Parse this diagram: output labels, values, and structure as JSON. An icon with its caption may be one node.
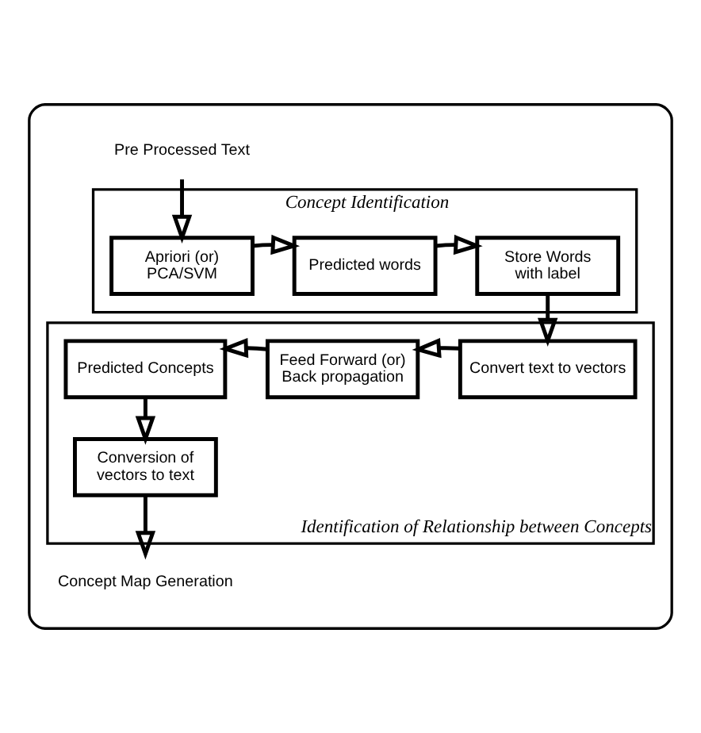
{
  "diagram": {
    "nodes": [
      {
        "text": [],
        "shape": "box"
      },
      {
        "text": [
          "Pre Processed Text"
        ],
        "in": 0
      },
      {
        "text": [
          "Concept Identification"
        ],
        "in": 0
      },
      {
        "text": [
          "Apriori (or) PCA/SVM"
        ],
        "in": 2
      },
      {
        "text": [
          "Predicted words"
        ],
        "in": 2
      },
      {
        "text": [
          "Store Words with label"
        ],
        "in": 2
      },
      {
        "text": [
          "Identification of Relationship between Concepts"
        ],
        "in": 0
      },
      {
        "text": [
          "Convert text to vectors"
        ],
        "in": 6
      },
      {
        "text": [
          "Feed Forward (or) Back propagation"
        ],
        "in": 6
      },
      {
        "text": [
          "Predicted Concepts"
        ],
        "in": 6
      },
      {
        "text": [
          "Conversion of vectors to text"
        ],
        "in": 6
      },
      {
        "text": [
          "Concept Map Generation"
        ],
        "in": 0
      }
    ],
    "edges": [
      {
        "from": 1,
        "to": 3,
        "arrow": "to"
      },
      {
        "from": 3,
        "to": 4,
        "arrow": "to"
      },
      {
        "from": 4,
        "to": 5,
        "arrow": "to"
      },
      {
        "from": 5,
        "to": 7,
        "arrow": "to"
      },
      {
        "from": 7,
        "to": 8,
        "arrow": "to"
      },
      {
        "from": 8,
        "to": 9,
        "arrow": "to"
      },
      {
        "from": 9,
        "to": 10,
        "arrow": "to"
      },
      {
        "from": 10,
        "to": 11,
        "arrow": "to"
      }
    ]
  }
}
